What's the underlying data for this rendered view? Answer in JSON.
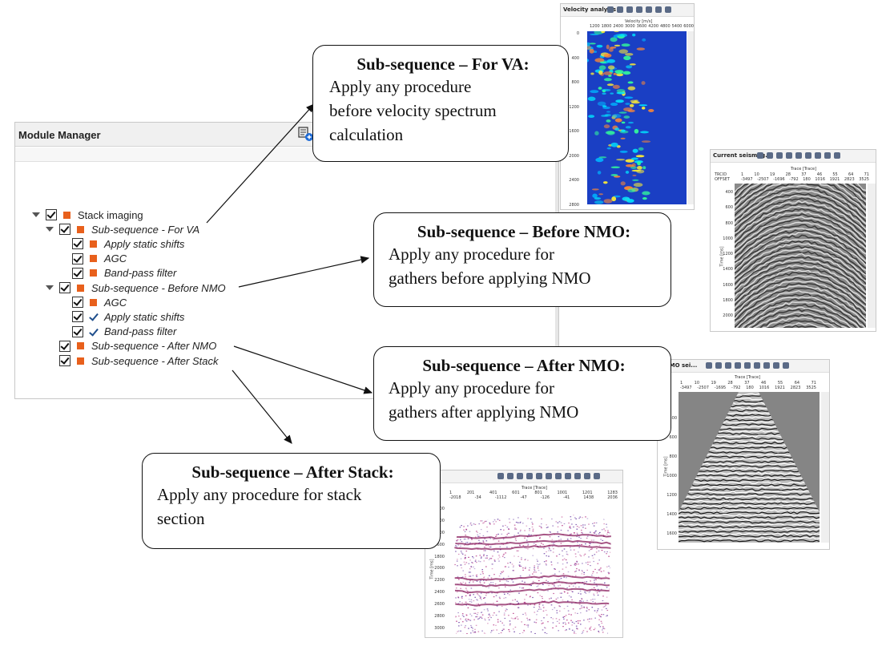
{
  "module_manager": {
    "title": "Module Manager",
    "tree": [
      {
        "label": "Stack imaging",
        "level": 0,
        "caret": true,
        "marker": "square"
      },
      {
        "label": "Sub-sequence - For VA",
        "level": 1,
        "caret": true,
        "marker": "square"
      },
      {
        "label": "Apply static shifts",
        "level": 2,
        "caret": false,
        "marker": "square"
      },
      {
        "label": "AGC",
        "level": 2,
        "caret": false,
        "marker": "square"
      },
      {
        "label": "Band-pass filter",
        "level": 2,
        "caret": false,
        "marker": "square"
      },
      {
        "label": "Sub-sequence - Before NMO",
        "level": 1,
        "caret": true,
        "marker": "square"
      },
      {
        "label": "AGC",
        "level": 2,
        "caret": false,
        "marker": "square"
      },
      {
        "label": "Apply static shifts",
        "level": 2,
        "caret": false,
        "marker": "tick"
      },
      {
        "label": "Band-pass filter",
        "level": 2,
        "caret": false,
        "marker": "tick"
      },
      {
        "label": "Sub-sequence - After NMO",
        "level": 1,
        "caret": false,
        "marker": "square"
      },
      {
        "label": "Sub-sequence - After Stack",
        "level": 1,
        "caret": false,
        "marker": "square"
      }
    ]
  },
  "callouts": {
    "for_va": {
      "title": "Sub-sequence – For VA:",
      "body": [
        "Apply any procedure",
        "before velocity spectrum",
        "calculation"
      ]
    },
    "before_nmo": {
      "title": "Sub-sequence – Before NMO:",
      "body": [
        "Apply any procedure for",
        "gathers before applying NMO"
      ]
    },
    "after_nmo": {
      "title": "Sub-sequence – After NMO:",
      "body": [
        "Apply any procedure for",
        "gathers after applying NMO"
      ]
    },
    "after_stack": {
      "title": "Sub-sequence – After Stack:",
      "body": [
        "Apply any procedure for stack",
        "section"
      ]
    }
  },
  "panels": {
    "velocity": {
      "title": "Velocity analysis",
      "x_axis_label": "Velocity [m/s]",
      "x_ticks": [
        "1200",
        "1800",
        "2400",
        "3000",
        "3600",
        "4200",
        "4800",
        "5400",
        "6000"
      ],
      "y_ticks": [
        "0",
        "400",
        "800",
        "1200",
        "1600",
        "2000",
        "2400",
        "2800"
      ]
    },
    "current": {
      "title": "Current seismog...",
      "row1_label": "TRCID",
      "row2_label": "OFFSET",
      "trace_label": "Trace [Trace]",
      "row1_ticks": [
        "1",
        "10",
        "19",
        "28",
        "37",
        "46",
        "55",
        "64",
        "71"
      ],
      "row2_ticks": [
        "-3497",
        "-2507",
        "-1696",
        "-792",
        "180",
        "1016",
        "1921",
        "2823",
        "3525"
      ],
      "y_label": "Time [ms]",
      "y_ticks": [
        "400",
        "600",
        "800",
        "1000",
        "1200",
        "1400",
        "1600",
        "1800",
        "2000"
      ]
    },
    "after_nmo": {
      "title": "t NMO sei...",
      "trace_label": "Trace [Trace]",
      "row1_ticks": [
        "1",
        "10",
        "19",
        "28",
        "37",
        "46",
        "55",
        "64",
        "71"
      ],
      "row2_ticks": [
        "-3497",
        "-2507",
        "-1695",
        "-792",
        "180",
        "1016",
        "1921",
        "2823",
        "3525"
      ],
      "y_label": "Time [ms]",
      "y_ticks": [
        "400",
        "600",
        "800",
        "1000",
        "1200",
        "1400",
        "1600"
      ]
    },
    "stack": {
      "title": "dow",
      "trace_label": "Trace [Trace]",
      "row1_ticks": [
        "1",
        "201",
        "401",
        "601",
        "801",
        "1001",
        "1201",
        "1283"
      ],
      "row2_ticks": [
        "-2018",
        "-34",
        "-1112",
        "-47",
        "-126",
        "-41",
        "1438",
        "2036"
      ],
      "y_label": "Time [ms]",
      "y_ticks": [
        "1000",
        "1200",
        "1400",
        "1600",
        "1800",
        "2000",
        "2200",
        "2400",
        "2600",
        "2800",
        "3000"
      ]
    }
  },
  "colors": {
    "accent_square": "#e8601c",
    "tick_blue": "#1f4e8c",
    "velocity_bg": "#1a3fc4"
  }
}
